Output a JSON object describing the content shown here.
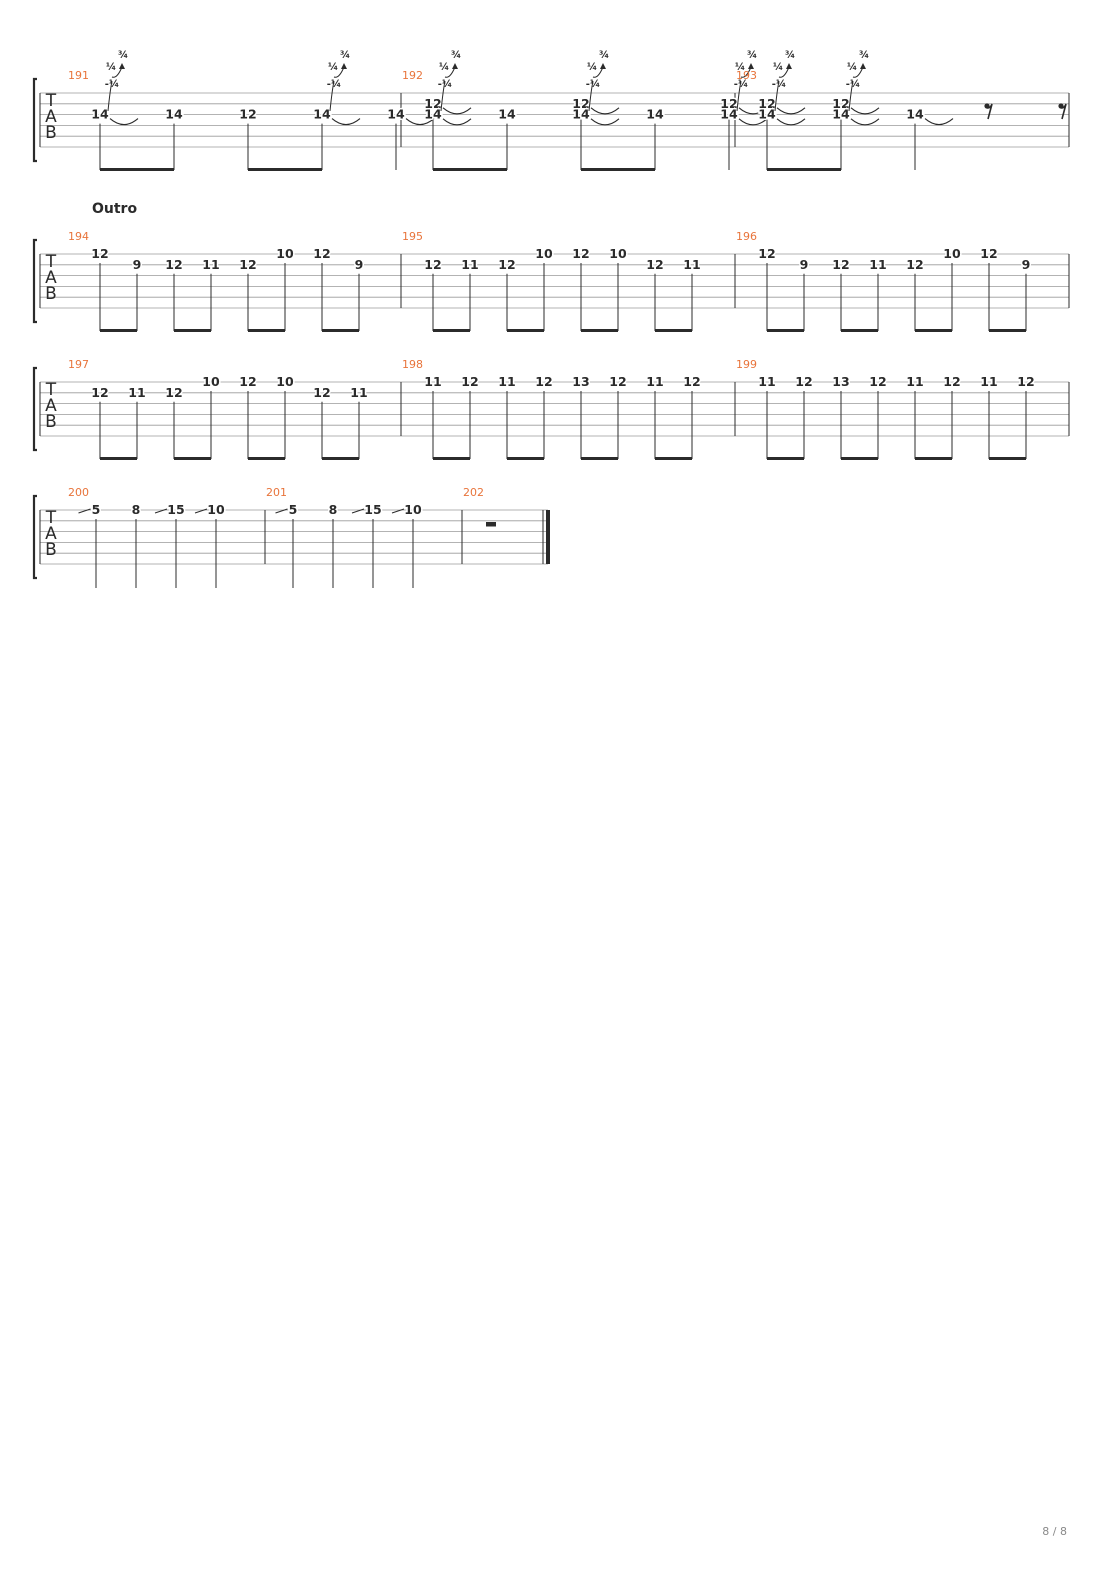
{
  "page": {
    "page_number": "8 / 8"
  },
  "colors": {
    "measure_number": "#e8743b",
    "ink": "#2b2b2b",
    "staff_line": "#9a9a9a"
  },
  "clef_letters": [
    "T",
    "A",
    "B"
  ],
  "systems": [
    {
      "section": "",
      "measures": [
        {
          "number": "191",
          "notes": [
            {
              "fret": "14",
              "string": 3,
              "bend": true,
              "bend_labels": [
                "-¼",
                "¼",
                "¾"
              ]
            },
            {
              "fret": "14",
              "string": 3
            },
            {
              "fret": "12",
              "string": 3
            },
            {
              "fret": "14",
              "string": 3,
              "bend": true,
              "bend_labels": [
                "-¼",
                "¼",
                "¾"
              ]
            },
            {
              "fret": "14",
              "string": 3,
              "tie": true
            }
          ]
        },
        {
          "number": "192",
          "notes": [
            {
              "fret": "12",
              "string": 2,
              "fret2": "14",
              "string2": 3,
              "bend": true,
              "bend_labels": [
                "-¼",
                "¼",
                "¾"
              ]
            },
            {
              "fret": "14",
              "string": 3
            },
            {
              "fret": "12",
              "string": 2,
              "fret2": "14",
              "string2": 3,
              "bend": true,
              "bend_labels": [
                "-¼",
                "¼",
                "¾"
              ]
            },
            {
              "fret": "14",
              "string": 3
            },
            {
              "fret": "12",
              "string": 2,
              "fret2": "14",
              "string2": 3,
              "bend": true,
              "bend_labels": [
                "-¼",
                "¼",
                "¾"
              ]
            }
          ]
        },
        {
          "number": "193",
          "notes": [
            {
              "fret": "12",
              "string": 2,
              "fret2": "14",
              "string2": 3,
              "bend": true,
              "bend_labels": [
                "-¼",
                "¼",
                "¾"
              ]
            },
            {
              "fret": "12",
              "string": 2,
              "fret2": "14",
              "string2": 3,
              "bend": true,
              "bend_labels": [
                "-¼",
                "¼",
                "¾"
              ]
            },
            {
              "fret": "14",
              "string": 3,
              "tie": true
            },
            {
              "rest": "eighth"
            },
            {
              "rest": "eighth"
            }
          ]
        }
      ]
    },
    {
      "section": "Outro",
      "measures": [
        {
          "number": "194",
          "notes": [
            {
              "fret": "12",
              "string": 1
            },
            {
              "fret": "9",
              "string": 2
            },
            {
              "fret": "12",
              "string": 2
            },
            {
              "fret": "11",
              "string": 2
            },
            {
              "fret": "12",
              "string": 2
            },
            {
              "fret": "10",
              "string": 1
            },
            {
              "fret": "12",
              "string": 1
            },
            {
              "fret": "9",
              "string": 2
            }
          ]
        },
        {
          "number": "195",
          "notes": [
            {
              "fret": "12",
              "string": 2
            },
            {
              "fret": "11",
              "string": 2
            },
            {
              "fret": "12",
              "string": 2
            },
            {
              "fret": "10",
              "string": 1
            },
            {
              "fret": "12",
              "string": 1
            },
            {
              "fret": "10",
              "string": 1
            },
            {
              "fret": "12",
              "string": 2
            },
            {
              "fret": "11",
              "string": 2
            }
          ]
        },
        {
          "number": "196",
          "notes": [
            {
              "fret": "12",
              "string": 1
            },
            {
              "fret": "9",
              "string": 2
            },
            {
              "fret": "12",
              "string": 2
            },
            {
              "fret": "11",
              "string": 2
            },
            {
              "fret": "12",
              "string": 2
            },
            {
              "fret": "10",
              "string": 1
            },
            {
              "fret": "12",
              "string": 1
            },
            {
              "fret": "9",
              "string": 2
            }
          ]
        }
      ]
    },
    {
      "section": "",
      "measures": [
        {
          "number": "197",
          "notes": [
            {
              "fret": "12",
              "string": 2
            },
            {
              "fret": "11",
              "string": 2
            },
            {
              "fret": "12",
              "string": 2
            },
            {
              "fret": "10",
              "string": 1
            },
            {
              "fret": "12",
              "string": 1
            },
            {
              "fret": "10",
              "string": 1
            },
            {
              "fret": "12",
              "string": 2
            },
            {
              "fret": "11",
              "string": 2
            }
          ]
        },
        {
          "number": "198",
          "notes": [
            {
              "fret": "11",
              "string": 1
            },
            {
              "fret": "12",
              "string": 1
            },
            {
              "fret": "11",
              "string": 1
            },
            {
              "fret": "12",
              "string": 1
            },
            {
              "fret": "13",
              "string": 1
            },
            {
              "fret": "12",
              "string": 1
            },
            {
              "fret": "11",
              "string": 1
            },
            {
              "fret": "12",
              "string": 1
            }
          ]
        },
        {
          "number": "199",
          "notes": [
            {
              "fret": "11",
              "string": 1
            },
            {
              "fret": "12",
              "string": 1
            },
            {
              "fret": "13",
              "string": 1
            },
            {
              "fret": "12",
              "string": 1
            },
            {
              "fret": "11",
              "string": 1
            },
            {
              "fret": "12",
              "string": 1
            },
            {
              "fret": "11",
              "string": 1
            },
            {
              "fret": "12",
              "string": 1
            }
          ]
        }
      ]
    },
    {
      "section": "",
      "measures": [
        {
          "number": "200",
          "notes": [
            {
              "fret": "5",
              "string": 1,
              "slide": true
            },
            {
              "fret": "8",
              "string": 1
            },
            {
              "fret": "15",
              "string": 1,
              "slide": true
            },
            {
              "fret": "10",
              "string": 1,
              "slide": true
            }
          ]
        },
        {
          "number": "201",
          "notes": [
            {
              "fret": "5",
              "string": 1,
              "slide": true
            },
            {
              "fret": "8",
              "string": 1
            },
            {
              "fret": "15",
              "string": 1,
              "slide": true
            },
            {
              "fret": "10",
              "string": 1,
              "slide": true
            }
          ]
        },
        {
          "number": "202",
          "notes": [
            {
              "rest": "half"
            }
          ]
        }
      ]
    }
  ]
}
